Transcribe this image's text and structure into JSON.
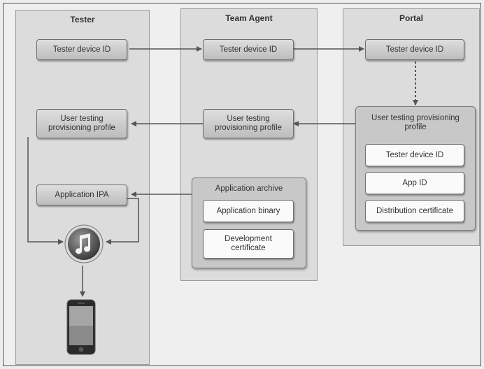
{
  "lanes": {
    "tester": "Tester",
    "team_agent": "Team Agent",
    "portal": "Portal"
  },
  "tester": {
    "device_id": "Tester device ID",
    "profile": "User testing provisioning profile",
    "ipa": "Application IPA"
  },
  "team_agent": {
    "device_id": "Tester device ID",
    "profile": "User testing provisioning profile",
    "archive_title": "Application archive",
    "binary": "Application binary",
    "dev_cert": "Development certificate"
  },
  "portal": {
    "device_id": "Tester device ID",
    "profile_title": "User testing provisioning profile",
    "profile_device_id": "Tester device ID",
    "app_id": "App ID",
    "dist_cert": "Distribution certificate"
  },
  "icons": {
    "itunes": "music-note-icon",
    "device": "iphone-icon"
  }
}
